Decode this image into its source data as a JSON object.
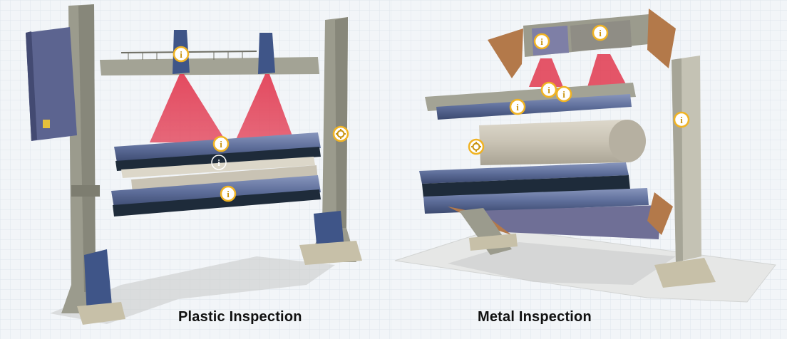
{
  "captions": {
    "left": "Plastic Inspection",
    "right": "Metal Inspection"
  },
  "markers": {
    "info_glyph": "i",
    "info_icon": "info-icon",
    "settings_icon": "gear-icon"
  },
  "colors": {
    "background": "#f2f5f8",
    "grid": "#dfe5ec",
    "frame": "#9b9b8d",
    "frame_dark": "#7d7d70",
    "roller_blue": "#5e6e9a",
    "roller_dark": "#1e2b3a",
    "laser_red": "#e2384f",
    "panel_blue": "#5c6490",
    "drum": "#c9c3b4",
    "bracket": "#b3794a",
    "marker_border": "#f0b323",
    "floor": "#e6e7e6",
    "shadow": "#c9cccc"
  }
}
